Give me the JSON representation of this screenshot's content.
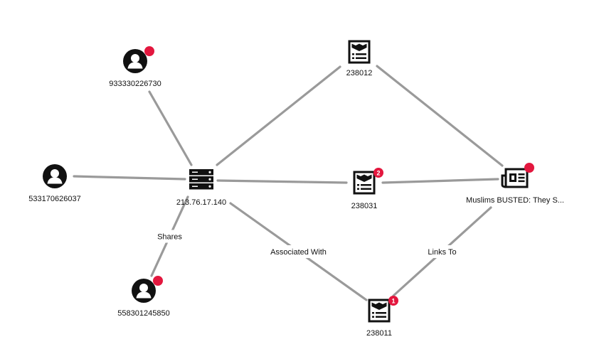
{
  "graph": {
    "nodes": [
      {
        "id": "n_user_933",
        "label": "933330226730",
        "icon": "user-icon",
        "badge": ""
      },
      {
        "id": "n_user_533",
        "label": "533170626037",
        "icon": "user-icon",
        "badge": null
      },
      {
        "id": "n_user_558",
        "label": "558301245850",
        "icon": "user-icon",
        "badge": ""
      },
      {
        "id": "n_ip",
        "label": "213.76.17.140",
        "icon": "server-icon",
        "badge": null
      },
      {
        "id": "n_238012",
        "label": "238012",
        "icon": "document-icon",
        "badge": null
      },
      {
        "id": "n_238031",
        "label": "238031",
        "icon": "document-icon",
        "badge": "2"
      },
      {
        "id": "n_238011",
        "label": "238011",
        "icon": "document-icon",
        "badge": "1"
      },
      {
        "id": "n_article",
        "label": "Muslims BUSTED: They S...",
        "icon": "newspaper-icon",
        "badge": ""
      }
    ],
    "edges": [
      {
        "from": "n_user_933",
        "to": "n_ip",
        "label": ""
      },
      {
        "from": "n_user_533",
        "to": "n_ip",
        "label": ""
      },
      {
        "from": "n_user_558",
        "to": "n_ip",
        "label": "Shares"
      },
      {
        "from": "n_ip",
        "to": "n_238012",
        "label": ""
      },
      {
        "from": "n_ip",
        "to": "n_238031",
        "label": ""
      },
      {
        "from": "n_ip",
        "to": "n_238011",
        "label": "Associated With"
      },
      {
        "from": "n_238012",
        "to": "n_article",
        "label": ""
      },
      {
        "from": "n_238031",
        "to": "n_article",
        "label": ""
      },
      {
        "from": "n_238011",
        "to": "n_article",
        "label": "Links To"
      }
    ]
  },
  "colors": {
    "edge": "#9a9a9a",
    "badge": "#e3173e",
    "icon": "#111111"
  }
}
